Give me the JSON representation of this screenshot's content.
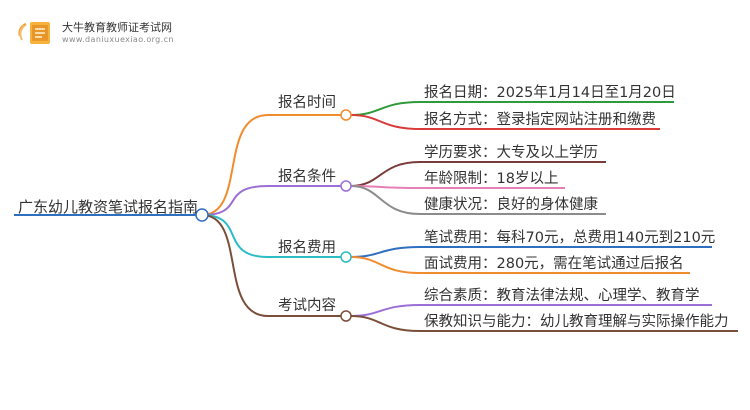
{
  "brand": {
    "name": "大牛教育教师证考试网",
    "url": "www.daniuxuexiao.org.cn",
    "logo_icon": "book-logo-icon"
  },
  "mindmap": {
    "root": "广东幼儿教资笔试报名指南",
    "root_color": "#2f6fbf",
    "branches": [
      {
        "label": "报名时间",
        "color": "#f08c2e",
        "leaves": [
          {
            "text": "报名日期：2025年1月14日至1月20日",
            "color": "#2f9a3a"
          },
          {
            "text": "报名方式：登录指定网站注册和缴费",
            "color": "#d93a3a"
          }
        ]
      },
      {
        "label": "报名条件",
        "color": "#9b6fd6",
        "leaves": [
          {
            "text": "学历要求：大专及以上学历",
            "color": "#7a3b3b"
          },
          {
            "text": "年龄限制：18岁以上",
            "color": "#e67fb6"
          },
          {
            "text": "健康状况：良好的身体健康",
            "color": "#8c8c8c"
          }
        ]
      },
      {
        "label": "报名费用",
        "color": "#2bbcc4",
        "leaves": [
          {
            "text": "笔试费用：每科70元，总费用140元到210元",
            "color": "#2f6fbf"
          },
          {
            "text": "面试费用：280元，需在笔试通过后报名",
            "color": "#f08c2e"
          }
        ]
      },
      {
        "label": "考试内容",
        "color": "#7a4f3a",
        "leaves": [
          {
            "text": "综合素质：教育法律法规、心理学、教育学",
            "color": "#9b6fd6"
          },
          {
            "text": "保教知识与能力：幼儿教育理解与实际操作能力",
            "color": "#7a4f3a"
          }
        ]
      }
    ]
  }
}
